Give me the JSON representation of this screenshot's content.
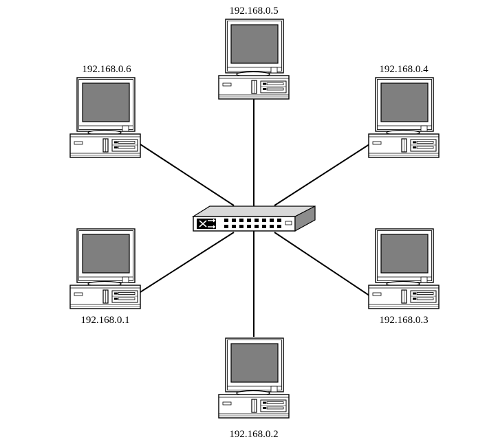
{
  "diagram": {
    "hub": {
      "icon": "network-switch-icon"
    },
    "hosts": [
      {
        "id": "pc1",
        "ip": "192.168.0.1",
        "icon": "desktop-computer-icon"
      },
      {
        "id": "pc2",
        "ip": "192.168.0.2",
        "icon": "desktop-computer-icon"
      },
      {
        "id": "pc3",
        "ip": "192.168.0.3",
        "icon": "desktop-computer-icon"
      },
      {
        "id": "pc4",
        "ip": "192.168.0.4",
        "icon": "desktop-computer-icon"
      },
      {
        "id": "pc5",
        "ip": "192.168.0.5",
        "icon": "desktop-computer-icon"
      },
      {
        "id": "pc6",
        "ip": "192.168.0.6",
        "icon": "desktop-computer-icon"
      }
    ],
    "colors": {
      "screen": "#7f7f7f",
      "line": "#000000",
      "fill": "#ffffff"
    }
  }
}
